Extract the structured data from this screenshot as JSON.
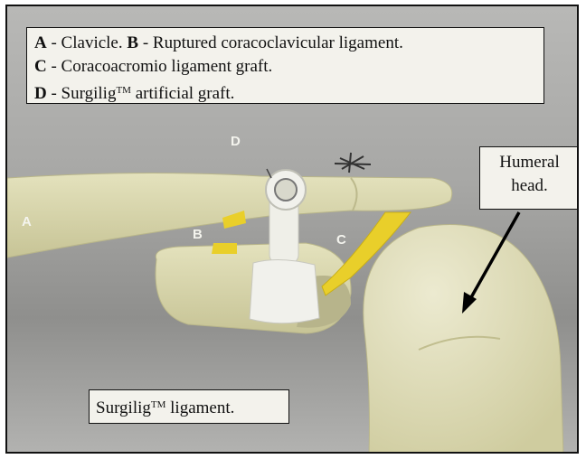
{
  "legend": {
    "a_key": "A",
    "a_text": " - Clavicle. ",
    "b_key": "B",
    "b_text": " - Ruptured coracoclavicular ligament.",
    "c_key": "C",
    "c_text": " - Coracoacromio ligament graft.",
    "d_key": "D",
    "d_text_before": " - Surgilig",
    "d_tm": "TM",
    "d_text_after": " artificial graft."
  },
  "callouts": {
    "humeral_line1": "Humeral",
    "humeral_line2": "head.",
    "surgilig_text": "Surgilig",
    "surgilig_tm": "TM",
    "surgilig_after": " ligament."
  },
  "labels": {
    "a": "A",
    "b": "B",
    "c": "C",
    "d": "D"
  },
  "colors": {
    "bone": "#d9d7ad",
    "graft_yellow": "#e9cf2a",
    "ligament_white": "#efefe8",
    "border": "#111111"
  }
}
